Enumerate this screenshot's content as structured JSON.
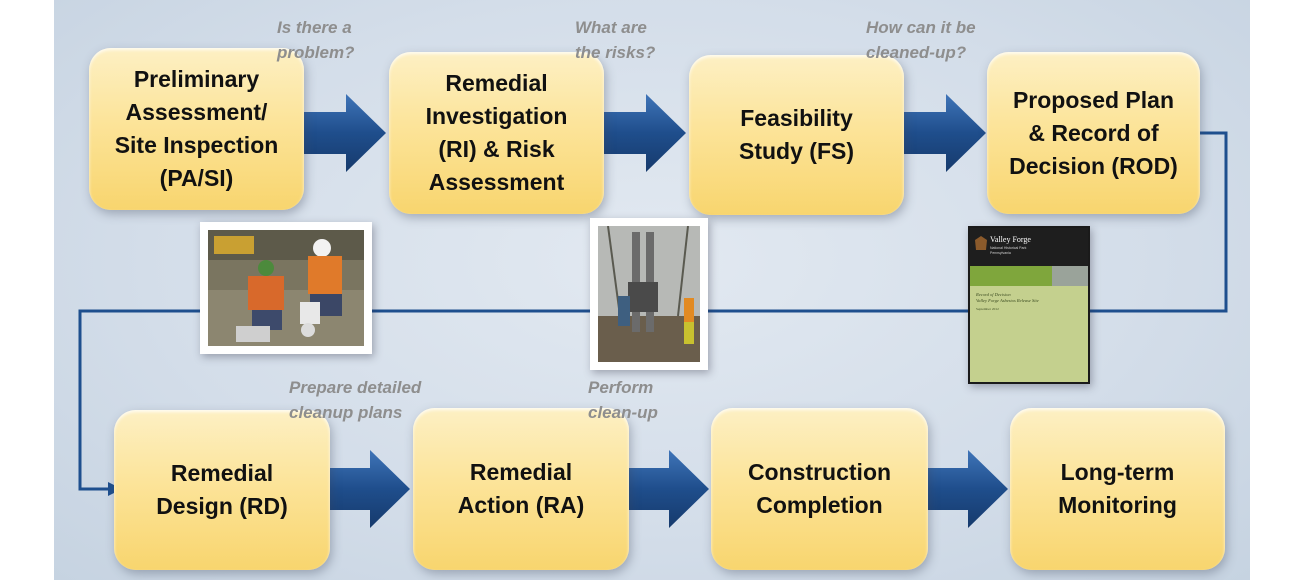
{
  "steps_top": [
    {
      "label": "Preliminary\nAssessment/\nSite Inspection\n(PA/SI)"
    },
    {
      "label": "Remedial\nInvestigation\n(RI) & Risk\nAssessment"
    },
    {
      "label": "Feasibility\nStudy (FS)"
    },
    {
      "label": "Proposed Plan\n& Record of\nDecision (ROD)"
    }
  ],
  "steps_bottom": [
    {
      "label": "Remedial\nDesign (RD)"
    },
    {
      "label": "Remedial\nAction (RA)"
    },
    {
      "label": "Construction\nCompletion"
    },
    {
      "label": "Long-term\nMonitoring"
    }
  ],
  "questions": {
    "q1": "Is there a\nproblem?",
    "q2": "What are\nthe risks?",
    "q3": "How can it be\ncleaned-up?",
    "q4": "Prepare detailed\ncleanup plans",
    "q5": "Perform\nclean-up"
  },
  "rod_document": {
    "header_title": "Valley Forge",
    "header_subtitle": "National Historical Park\nPennsylvania",
    "doc_title": "Record of Decision\nValley Forge Asbestos Release Site",
    "doc_date": "September 2012"
  },
  "colors": {
    "arrow": "#1f4e8c",
    "connector": "#1e4f8e",
    "box": "#fce49a",
    "question_text": "#8e8e8e"
  },
  "icons": {
    "photo1": "field-sampling-photo",
    "photo2": "drilling-rig-photo",
    "photo3": "record-of-decision-cover"
  }
}
